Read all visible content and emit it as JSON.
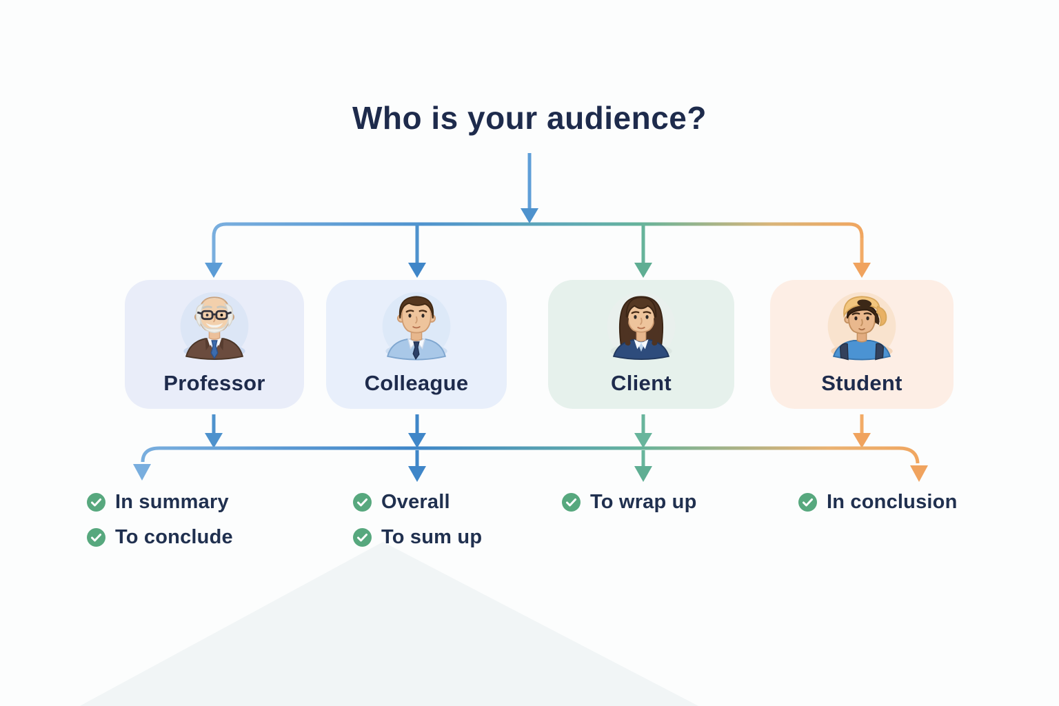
{
  "title": "Who is your audience?",
  "audiences": [
    {
      "id": "professor",
      "label": "Professor",
      "accent_color": "#5b9cd6",
      "card_bg": "#e9edf9",
      "avatar_icon": "professor-avatar-icon",
      "phrases": [
        "In summary",
        "To conclude"
      ]
    },
    {
      "id": "colleague",
      "label": "Colleague",
      "accent_color": "#3f86c8",
      "card_bg": "#e8effb",
      "avatar_icon": "colleague-avatar-icon",
      "phrases": [
        "Overall",
        "To sum up"
      ]
    },
    {
      "id": "client",
      "label": "Client",
      "accent_color": "#66b39a",
      "card_bg": "#e6f1ec",
      "avatar_icon": "client-avatar-icon",
      "phrases": [
        "To wrap up"
      ]
    },
    {
      "id": "student",
      "label": "Student",
      "accent_color": "#f0a660",
      "card_bg": "#fdeee5",
      "avatar_icon": "student-avatar-icon",
      "phrases": [
        "In conclusion"
      ]
    }
  ],
  "colors": {
    "title_navy": "#1e2b4c",
    "arrow_blue": "#4e92cd",
    "arrow_blue_light": "#79aede",
    "arrow_green": "#66b39a",
    "arrow_orange": "#f0a660",
    "check_green": "#57a87e",
    "background": "#fcfdfd"
  }
}
